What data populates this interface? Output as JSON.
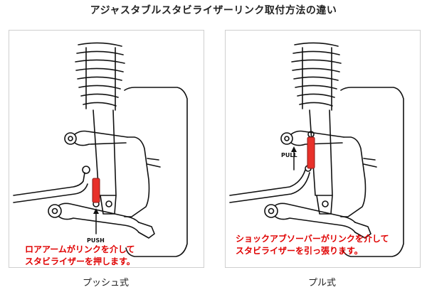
{
  "title": "アジャスタブルスタビライザーリンク取付方法の違い",
  "colors": {
    "accent": "#e00000",
    "link": "#e8312a",
    "line": "#111111"
  },
  "push_panel": {
    "label": "プッシュ式",
    "arrow_text": "PUSH",
    "caption_line1": "ロアアームがリンクを介して",
    "caption_line2": "スタビライザーを押します。"
  },
  "pull_panel": {
    "label": "プル式",
    "arrow_text": "PULL",
    "caption_line1": "ショックアブソーバーがリンクを介して",
    "caption_line2": "スタビライザーを引っ張ります。"
  }
}
